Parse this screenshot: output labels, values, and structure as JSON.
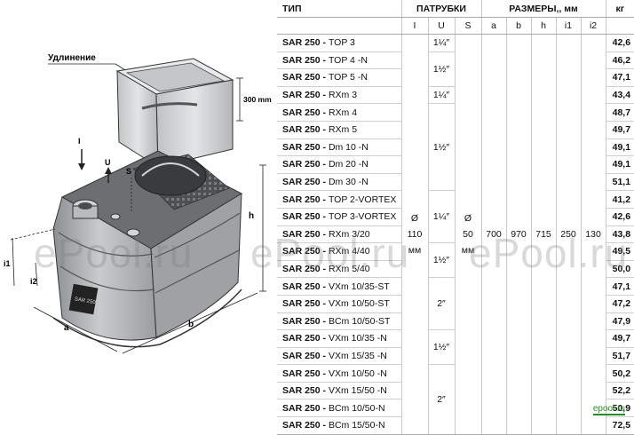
{
  "labels": {
    "extension": "Удлинение",
    "dim_300": "300 mm",
    "I": "I",
    "U": "U",
    "S": "S",
    "h": "h",
    "i1": "i1",
    "i2": "i2",
    "a": "a",
    "b": "b",
    "badge": "SAR 250"
  },
  "header": {
    "type": "ТИП",
    "nozzles": "ПАТРУБКИ",
    "sizes": "РАЗМЕРЫ,, мм",
    "kg": "кг",
    "sub": [
      "I",
      "U",
      "S",
      "a",
      "b",
      "h",
      "i1",
      "i2"
    ]
  },
  "shared": {
    "I_value": "Ø",
    "I_num": "110",
    "I_unit": "мм",
    "S_value": "Ø",
    "S_num": "50",
    "S_unit": "мм",
    "a": "700",
    "b": "970",
    "h": "715",
    "i1": "250",
    "i2": "130"
  },
  "u_groups": [
    "1¼″",
    "1½″",
    "1¼″",
    "1½″",
    "1¼″",
    "1½″",
    "2″",
    "1½″",
    "2″"
  ],
  "rows": [
    {
      "prefix": "SAR 250 - ",
      "model": "TOP 3",
      "kg": "42,6"
    },
    {
      "prefix": "SAR 250 - ",
      "model": "TOP 4 -N",
      "kg": "46,2"
    },
    {
      "prefix": "SAR 250 - ",
      "model": "TOP 5 -N",
      "kg": "47,1"
    },
    {
      "prefix": "SAR 250 - ",
      "model": "RXm 3",
      "kg": "43,4"
    },
    {
      "prefix": "SAR 250 - ",
      "model": "RXm 4",
      "kg": "48,7"
    },
    {
      "prefix": "SAR 250 - ",
      "model": "RXm 5",
      "kg": "49,7"
    },
    {
      "prefix": "SAR 250 - ",
      "model": "Dm 10 -N",
      "kg": "49,1"
    },
    {
      "prefix": "SAR 250 - ",
      "model": "Dm 20 -N",
      "kg": "49,1"
    },
    {
      "prefix": "SAR 250 - ",
      "model": "Dm 30 -N",
      "kg": "51,1"
    },
    {
      "prefix": "SAR 250 - ",
      "model": "TOP 2-VORTEX",
      "kg": "41,2"
    },
    {
      "prefix": "SAR 250 - ",
      "model": "TOP 3-VORTEX",
      "kg": "42,6"
    },
    {
      "prefix": "SAR 250 - ",
      "model": "RXm 3/20",
      "kg": "43,8"
    },
    {
      "prefix": "SAR 250 - ",
      "model": "RXm 4/40",
      "kg": "49,5"
    },
    {
      "prefix": "SAR 250 - ",
      "model": "RXm 5/40",
      "kg": "50,0"
    },
    {
      "prefix": "SAR 250 - ",
      "model": "VXm 10/35-ST",
      "kg": "47,1"
    },
    {
      "prefix": "SAR 250 - ",
      "model": "VXm 10/50-ST",
      "kg": "47,2"
    },
    {
      "prefix": "SAR 250 - ",
      "model": "BCm 10/50-ST",
      "kg": "47,9"
    },
    {
      "prefix": "SAR 250 - ",
      "model": "VXm 10/35 -N",
      "kg": "49,7"
    },
    {
      "prefix": "SAR 250 - ",
      "model": "VXm 15/35 -N",
      "kg": "51,7"
    },
    {
      "prefix": "SAR 250 - ",
      "model": "VXm 10/50 -N",
      "kg": "50,2"
    },
    {
      "prefix": "SAR 250 - ",
      "model": "VXm 15/50 -N",
      "kg": "52,2"
    },
    {
      "prefix": "SAR 250 - ",
      "model": "BCm 10/50-N",
      "kg": "50,9"
    },
    {
      "prefix": "SAR 250 - ",
      "model": "BCm 15/50-N",
      "kg": "72,5"
    }
  ],
  "watermark": "ePool.ru",
  "logo": "epool.ru"
}
